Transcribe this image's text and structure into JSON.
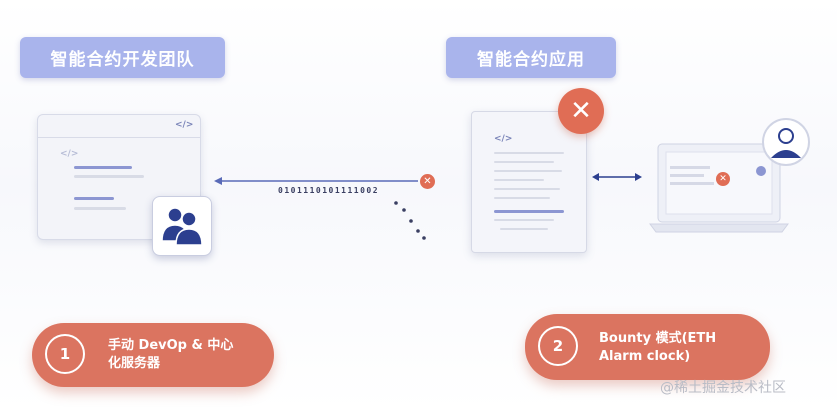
{
  "titles": {
    "team": "智能合约开发团队",
    "app": "智能合约应用"
  },
  "code_tag": "</>",
  "bitstream": "0101110101111002",
  "steps": [
    {
      "number": "1",
      "label_line1": "手动 DevOp & 中心",
      "label_line2": "化服务器"
    },
    {
      "number": "2",
      "label_line1": "Bounty 模式(ETH",
      "label_line2": "Alarm clock)"
    }
  ],
  "close_glyph": "✕",
  "watermark": "@稀土掘金技术社区",
  "colors": {
    "title_bg": "#a9b4ec",
    "accent_red": "#e06d55",
    "pill_bg": "#db7460",
    "line_blue": "#8c96d2",
    "icon_navy": "#2c3f8f"
  },
  "icons": [
    "team-users-icon",
    "close-icon",
    "user-avatar-icon",
    "code-icon",
    "double-arrow-icon"
  ]
}
